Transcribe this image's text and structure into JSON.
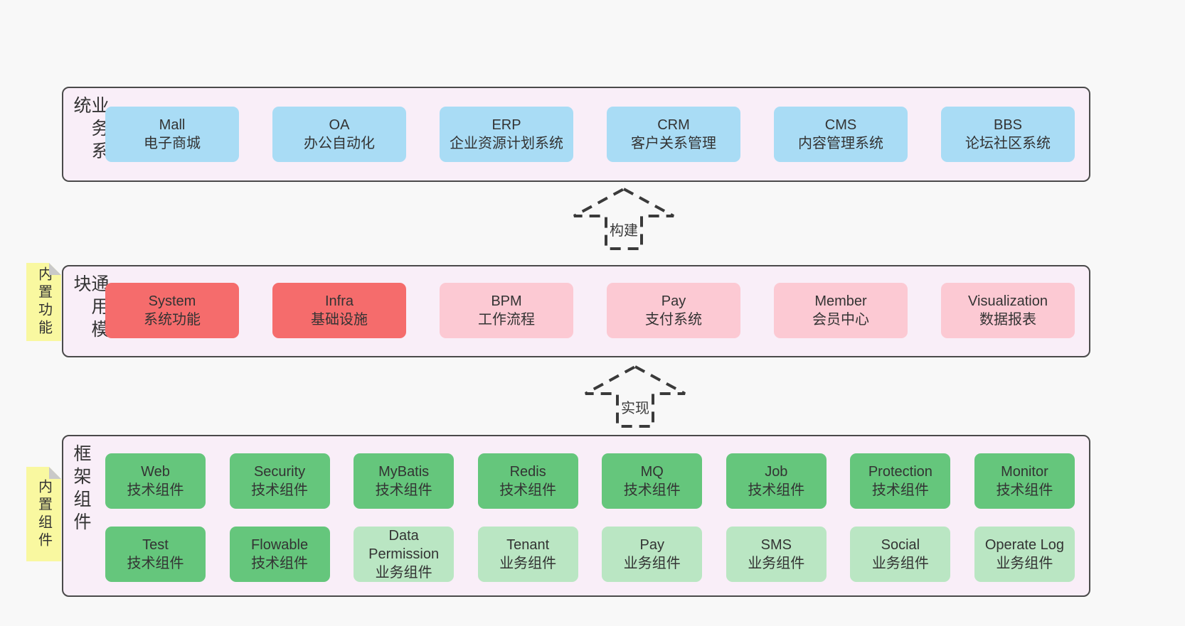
{
  "diagram": {
    "background": "#f8f8f8",
    "panel_fill": "#f9eef8",
    "panel_border": "#4a4a4a"
  },
  "colors": {
    "blue": "#a9dcf5",
    "red": "#f56c6c",
    "pink": "#fcc9d3",
    "green": "#65c67c",
    "green_light": "#bae6c3",
    "note_yellow": "#f9f8a0",
    "note_fold_gray": "#c9c9c9",
    "text": "#333333"
  },
  "arrows": {
    "build": "构建",
    "implement": "实现"
  },
  "business": {
    "label": "业务系统",
    "items": [
      {
        "name": "Mall",
        "desc": "电子商城"
      },
      {
        "name": "OA",
        "desc": "办公自动化"
      },
      {
        "name": "ERP",
        "desc": "企业资源计划系统"
      },
      {
        "name": "CRM",
        "desc": "客户关系管理"
      },
      {
        "name": "CMS",
        "desc": "内容管理系统"
      },
      {
        "name": "BBS",
        "desc": "论坛社区系统"
      }
    ]
  },
  "modules": {
    "label": "通用模块",
    "note": "内置功能",
    "items": [
      {
        "name": "System",
        "desc": "系统功能"
      },
      {
        "name": "Infra",
        "desc": "基础设施"
      },
      {
        "name": "BPM",
        "desc": "工作流程"
      },
      {
        "name": "Pay",
        "desc": "支付系统"
      },
      {
        "name": "Member",
        "desc": "会员中心"
      },
      {
        "name": "Visualization",
        "desc": "数据报表"
      }
    ]
  },
  "framework": {
    "label": "框架组件",
    "note": "内置组件",
    "row1": [
      {
        "name": "Web",
        "desc": "技术组件"
      },
      {
        "name": "Security",
        "desc": "技术组件"
      },
      {
        "name": "MyBatis",
        "desc": "技术组件"
      },
      {
        "name": "Redis",
        "desc": "技术组件"
      },
      {
        "name": "MQ",
        "desc": "技术组件"
      },
      {
        "name": "Job",
        "desc": "技术组件"
      },
      {
        "name": "Protection",
        "desc": "技术组件"
      },
      {
        "name": "Monitor",
        "desc": "技术组件"
      }
    ],
    "row2": [
      {
        "name": "Test",
        "desc": "技术组件"
      },
      {
        "name": "Flowable",
        "desc": "技术组件"
      },
      {
        "name": "Data Permission",
        "desc": "业务组件"
      },
      {
        "name": "Tenant",
        "desc": "业务组件"
      },
      {
        "name": "Pay",
        "desc": "业务组件"
      },
      {
        "name": "SMS",
        "desc": "业务组件"
      },
      {
        "name": "Social",
        "desc": "业务组件"
      },
      {
        "name": "Operate Log",
        "desc": "业务组件"
      }
    ]
  }
}
